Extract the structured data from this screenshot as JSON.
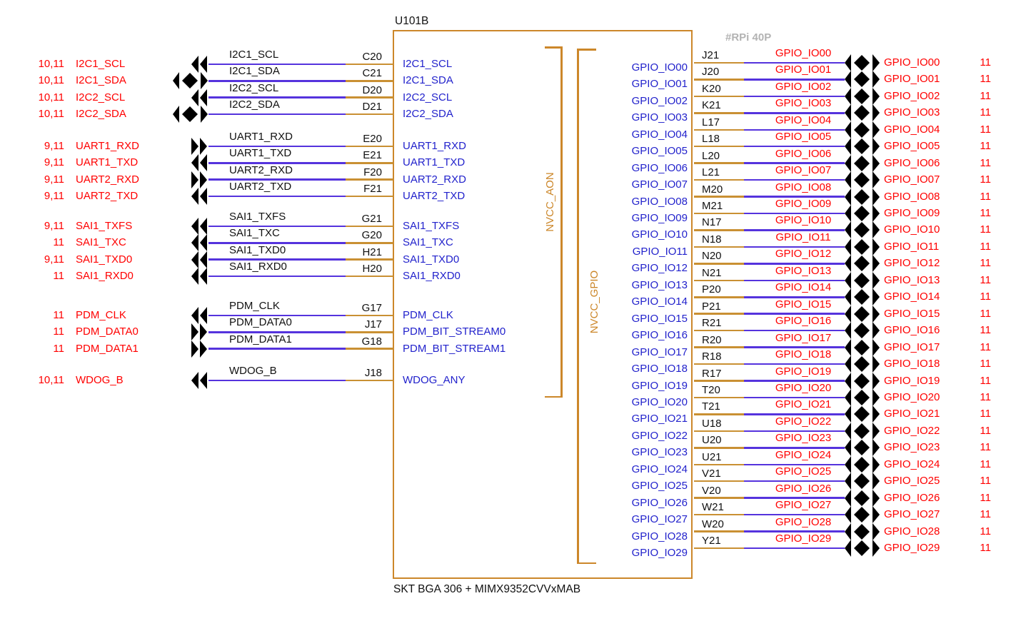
{
  "component": {
    "designator": "U101B",
    "part_label": "SKT BGA 306 + MIMX9352CVVxMAB",
    "annotation": "#RPi 40P",
    "aon_domain": "NVCC_AON",
    "gpio_domain": "NVCC_GPIO"
  },
  "colors": {
    "wire": "#5533dd",
    "symbol": "#cc872a",
    "signal_red": "#ff0000",
    "pin_name_blue": "#2222cc",
    "note_gray": "#b3b3b3"
  },
  "left_pins": [
    {
      "pages": "10,11",
      "name": "I2C1_SCL",
      "pin": "C20",
      "pin_name": "I2C1_SCL",
      "dir": "out",
      "group": "i2c"
    },
    {
      "pages": "10,11",
      "name": "I2C1_SDA",
      "pin": "C21",
      "pin_name": "I2C1_SDA",
      "dir": "bidi",
      "group": "i2c"
    },
    {
      "pages": "10,11",
      "name": "I2C2_SCL",
      "pin": "D20",
      "pin_name": "I2C2_SCL",
      "dir": "out",
      "group": "i2c"
    },
    {
      "pages": "10,11",
      "name": "I2C2_SDA",
      "pin": "D21",
      "pin_name": "I2C2_SDA",
      "dir": "bidi",
      "group": "i2c"
    },
    {
      "pages": "9,11",
      "name": "UART1_RXD",
      "pin": "E20",
      "pin_name": "UART1_RXD",
      "dir": "in",
      "group": "uart"
    },
    {
      "pages": "9,11",
      "name": "UART1_TXD",
      "pin": "E21",
      "pin_name": "UART1_TXD",
      "dir": "out",
      "group": "uart"
    },
    {
      "pages": "9,11",
      "name": "UART2_RXD",
      "pin": "F20",
      "pin_name": "UART2_RXD",
      "dir": "in",
      "group": "uart"
    },
    {
      "pages": "9,11",
      "name": "UART2_TXD",
      "pin": "F21",
      "pin_name": "UART2_TXD",
      "dir": "out",
      "group": "uart"
    },
    {
      "pages": "9,11",
      "name": "SAI1_TXFS",
      "pin": "G21",
      "pin_name": "SAI1_TXFS",
      "dir": "out",
      "group": "sai"
    },
    {
      "pages": "11",
      "name": "SAI1_TXC",
      "pin": "G20",
      "pin_name": "SAI1_TXC",
      "dir": "out",
      "group": "sai"
    },
    {
      "pages": "9,11",
      "name": "SAI1_TXD0",
      "pin": "H21",
      "pin_name": "SAI1_TXD0",
      "dir": "out",
      "group": "sai"
    },
    {
      "pages": "11",
      "name": "SAI1_RXD0",
      "pin": "H20",
      "pin_name": "SAI1_RXD0",
      "dir": "out",
      "group": "sai"
    },
    {
      "pages": "11",
      "name": "PDM_CLK",
      "pin": "G17",
      "pin_name": "PDM_CLK",
      "dir": "out",
      "group": "pdm"
    },
    {
      "pages": "11",
      "name": "PDM_DATA0",
      "pin": "J17",
      "pin_name": "PDM_BIT_STREAM0",
      "dir": "in",
      "group": "pdm"
    },
    {
      "pages": "11",
      "name": "PDM_DATA1",
      "pin": "G18",
      "pin_name": "PDM_BIT_STREAM1",
      "dir": "in",
      "group": "pdm"
    },
    {
      "pages": "10,11",
      "name": "WDOG_B",
      "pin": "J18",
      "pin_name": "WDOG_ANY",
      "dir": "out",
      "group": "wdog"
    }
  ],
  "right_pins": [
    {
      "pin": "J21",
      "name": "GPIO_IO00",
      "pages": "11"
    },
    {
      "pin": "J20",
      "name": "GPIO_IO01",
      "pages": "11"
    },
    {
      "pin": "K20",
      "name": "GPIO_IO02",
      "pages": "11"
    },
    {
      "pin": "K21",
      "name": "GPIO_IO03",
      "pages": "11"
    },
    {
      "pin": "L17",
      "name": "GPIO_IO04",
      "pages": "11"
    },
    {
      "pin": "L18",
      "name": "GPIO_IO05",
      "pages": "11"
    },
    {
      "pin": "L20",
      "name": "GPIO_IO06",
      "pages": "11"
    },
    {
      "pin": "L21",
      "name": "GPIO_IO07",
      "pages": "11"
    },
    {
      "pin": "M20",
      "name": "GPIO_IO08",
      "pages": "11"
    },
    {
      "pin": "M21",
      "name": "GPIO_IO09",
      "pages": "11"
    },
    {
      "pin": "N17",
      "name": "GPIO_IO10",
      "pages": "11"
    },
    {
      "pin": "N18",
      "name": "GPIO_IO11",
      "pages": "11"
    },
    {
      "pin": "N20",
      "name": "GPIO_IO12",
      "pages": "11"
    },
    {
      "pin": "N21",
      "name": "GPIO_IO13",
      "pages": "11"
    },
    {
      "pin": "P20",
      "name": "GPIO_IO14",
      "pages": "11"
    },
    {
      "pin": "P21",
      "name": "GPIO_IO15",
      "pages": "11"
    },
    {
      "pin": "R21",
      "name": "GPIO_IO16",
      "pages": "11"
    },
    {
      "pin": "R20",
      "name": "GPIO_IO17",
      "pages": "11"
    },
    {
      "pin": "R18",
      "name": "GPIO_IO18",
      "pages": "11"
    },
    {
      "pin": "R17",
      "name": "GPIO_IO19",
      "pages": "11"
    },
    {
      "pin": "T20",
      "name": "GPIO_IO20",
      "pages": "11"
    },
    {
      "pin": "T21",
      "name": "GPIO_IO21",
      "pages": "11"
    },
    {
      "pin": "U18",
      "name": "GPIO_IO22",
      "pages": "11"
    },
    {
      "pin": "U20",
      "name": "GPIO_IO23",
      "pages": "11"
    },
    {
      "pin": "U21",
      "name": "GPIO_IO24",
      "pages": "11"
    },
    {
      "pin": "V21",
      "name": "GPIO_IO25",
      "pages": "11"
    },
    {
      "pin": "V20",
      "name": "GPIO_IO26",
      "pages": "11"
    },
    {
      "pin": "W21",
      "name": "GPIO_IO27",
      "pages": "11"
    },
    {
      "pin": "W20",
      "name": "GPIO_IO28",
      "pages": "11"
    },
    {
      "pin": "Y21",
      "name": "GPIO_IO29",
      "pages": "11"
    }
  ]
}
